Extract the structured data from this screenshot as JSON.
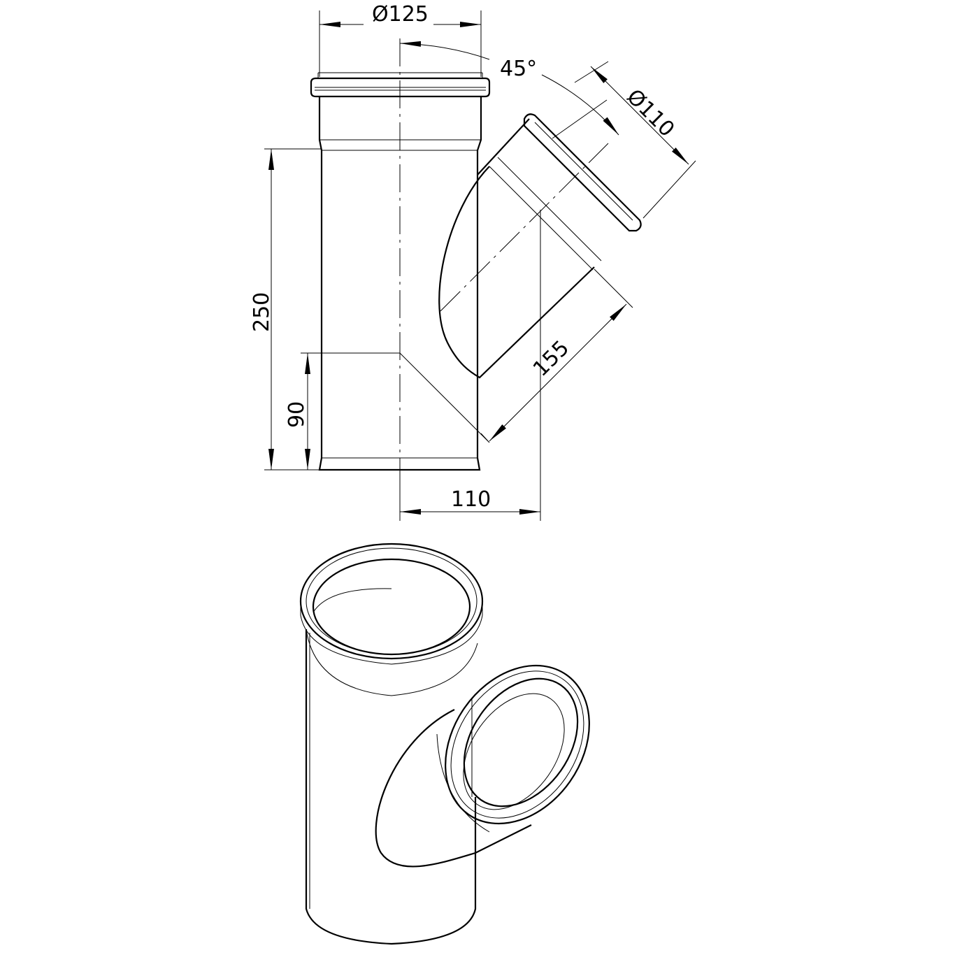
{
  "drawing": {
    "dimensions": {
      "main_diameter": "Ø125",
      "angle": "45°",
      "branch_diameter": "Ø110",
      "height": "250",
      "branch_height": "90",
      "branch_length": "155",
      "branch_offset": "110"
    },
    "colors": {
      "line": "#000000",
      "background": "#ffffff"
    }
  }
}
